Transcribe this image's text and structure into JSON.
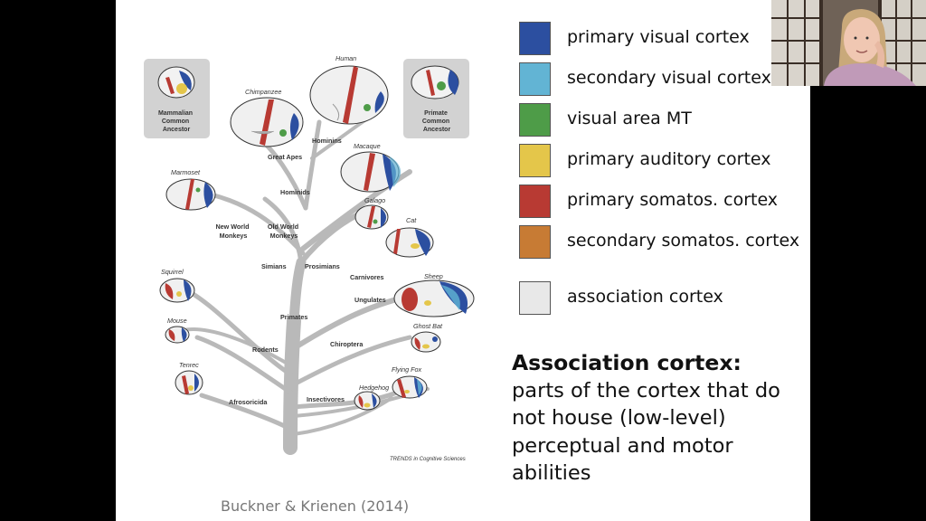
{
  "legend": [
    {
      "label": "primary visual cortex",
      "color": "#2c4fa0"
    },
    {
      "label": "secondary visual cortex",
      "color": "#62b4d4"
    },
    {
      "label": "visual area MT",
      "color": "#4e9c48"
    },
    {
      "label": "primary auditory cortex",
      "color": "#e4c64a"
    },
    {
      "label": "primary somatos. cortex",
      "color": "#b83a33"
    },
    {
      "label": "secondary somatos. cortex",
      "color": "#c77b34"
    },
    {
      "label": "association cortex",
      "color": "#e8e8e8"
    }
  ],
  "definition": {
    "title": "Association cortex:",
    "text": "parts of the cortex that do not house (low-level) perceptual and motor abilities"
  },
  "citation": "Buckner & Krienen (2014)",
  "figure": {
    "ancestors": {
      "mammalian": [
        "Mammalian",
        "Common",
        "Ancestor"
      ],
      "primate": [
        "Primate",
        "Common",
        "Ancestor"
      ]
    },
    "species": {
      "human": "Human",
      "chimpanzee": "Chimpanzee",
      "macaque": "Macaque",
      "marmoset": "Marmoset",
      "galago": "Galago",
      "cat": "Cat",
      "sheep": "Sheep",
      "squirrel": "Squirrel",
      "mouse": "Mouse",
      "ghost_bat": "Ghost Bat",
      "tenrec": "Tenrec",
      "flying_fox": "Flying Fox",
      "hedgehog": "Hedgehog"
    },
    "clades": {
      "hominins": "Hominins",
      "great_apes": "Great Apes",
      "hominids": "Hominids",
      "new_world": [
        "New World",
        "Monkeys"
      ],
      "old_world": [
        "Old World",
        "Monkeys"
      ],
      "simians": "Simians",
      "prosimians": "Prosimians",
      "carnivores": "Carnivores",
      "ungulates": "Ungulates",
      "primates": "Primates",
      "rodents": "Rodents",
      "chiroptera": "Chiroptera",
      "afrosoricida": "Afrosoricida",
      "insectivores": "Insectivores"
    },
    "source": "TRENDS in Cognitive Sciences"
  }
}
